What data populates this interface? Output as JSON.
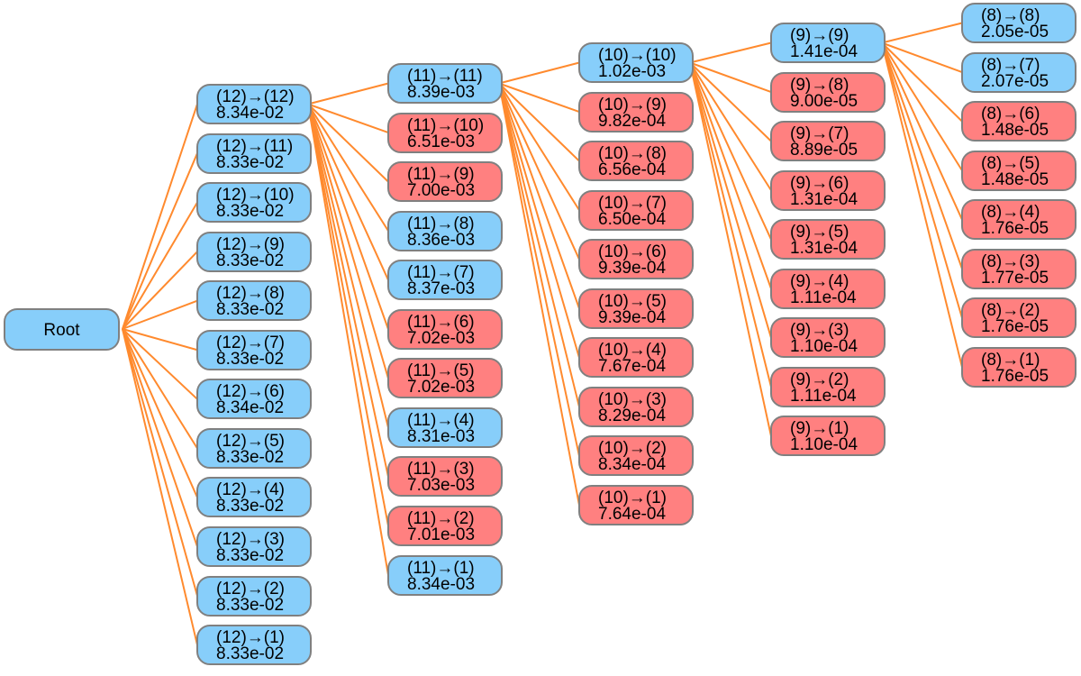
{
  "colors": {
    "edge": "#FF8A2E",
    "border": "#808080",
    "blue": "#87CEFA",
    "red": "#FF8080"
  },
  "root": {
    "label": "Root"
  },
  "columns": [
    {
      "nodes": [
        {
          "label": "(12)→(12)",
          "value": "8.34e-02",
          "color": "blue"
        },
        {
          "label": "(12)→(11)",
          "value": "8.33e-02",
          "color": "blue"
        },
        {
          "label": "(12)→(10)",
          "value": "8.33e-02",
          "color": "blue"
        },
        {
          "label": "(12)→(9)",
          "value": "8.33e-02",
          "color": "blue"
        },
        {
          "label": "(12)→(8)",
          "value": "8.33e-02",
          "color": "blue"
        },
        {
          "label": "(12)→(7)",
          "value": "8.33e-02",
          "color": "blue"
        },
        {
          "label": "(12)→(6)",
          "value": "8.34e-02",
          "color": "blue"
        },
        {
          "label": "(12)→(5)",
          "value": "8.33e-02",
          "color": "blue"
        },
        {
          "label": "(12)→(4)",
          "value": "8.33e-02",
          "color": "blue"
        },
        {
          "label": "(12)→(3)",
          "value": "8.33e-02",
          "color": "blue"
        },
        {
          "label": "(12)→(2)",
          "value": "8.33e-02",
          "color": "blue"
        },
        {
          "label": "(12)→(1)",
          "value": "8.33e-02",
          "color": "blue"
        }
      ]
    },
    {
      "nodes": [
        {
          "label": "(11)→(11)",
          "value": "8.39e-03",
          "color": "blue"
        },
        {
          "label": "(11)→(10)",
          "value": "6.51e-03",
          "color": "red"
        },
        {
          "label": "(11)→(9)",
          "value": "7.00e-03",
          "color": "red"
        },
        {
          "label": "(11)→(8)",
          "value": "8.36e-03",
          "color": "blue"
        },
        {
          "label": "(11)→(7)",
          "value": "8.37e-03",
          "color": "blue"
        },
        {
          "label": "(11)→(6)",
          "value": "7.02e-03",
          "color": "red"
        },
        {
          "label": "(11)→(5)",
          "value": "7.02e-03",
          "color": "red"
        },
        {
          "label": "(11)→(4)",
          "value": "8.31e-03",
          "color": "blue"
        },
        {
          "label": "(11)→(3)",
          "value": "7.03e-03",
          "color": "red"
        },
        {
          "label": "(11)→(2)",
          "value": "7.01e-03",
          "color": "red"
        },
        {
          "label": "(11)→(1)",
          "value": "8.34e-03",
          "color": "blue"
        }
      ]
    },
    {
      "nodes": [
        {
          "label": "(10)→(10)",
          "value": "1.02e-03",
          "color": "blue"
        },
        {
          "label": "(10)→(9)",
          "value": "9.82e-04",
          "color": "red"
        },
        {
          "label": "(10)→(8)",
          "value": "6.56e-04",
          "color": "red"
        },
        {
          "label": "(10)→(7)",
          "value": "6.50e-04",
          "color": "red"
        },
        {
          "label": "(10)→(6)",
          "value": "9.39e-04",
          "color": "red"
        },
        {
          "label": "(10)→(5)",
          "value": "9.39e-04",
          "color": "red"
        },
        {
          "label": "(10)→(4)",
          "value": "7.67e-04",
          "color": "red"
        },
        {
          "label": "(10)→(3)",
          "value": "8.29e-04",
          "color": "red"
        },
        {
          "label": "(10)→(2)",
          "value": "8.34e-04",
          "color": "red"
        },
        {
          "label": "(10)→(1)",
          "value": "7.64e-04",
          "color": "red"
        }
      ]
    },
    {
      "nodes": [
        {
          "label": "(9)→(9)",
          "value": "1.41e-04",
          "color": "blue"
        },
        {
          "label": "(9)→(8)",
          "value": "9.00e-05",
          "color": "red"
        },
        {
          "label": "(9)→(7)",
          "value": "8.89e-05",
          "color": "red"
        },
        {
          "label": "(9)→(6)",
          "value": "1.31e-04",
          "color": "red"
        },
        {
          "label": "(9)→(5)",
          "value": "1.31e-04",
          "color": "red"
        },
        {
          "label": "(9)→(4)",
          "value": "1.11e-04",
          "color": "red"
        },
        {
          "label": "(9)→(3)",
          "value": "1.10e-04",
          "color": "red"
        },
        {
          "label": "(9)→(2)",
          "value": "1.11e-04",
          "color": "red"
        },
        {
          "label": "(9)→(1)",
          "value": "1.10e-04",
          "color": "red"
        }
      ]
    },
    {
      "nodes": [
        {
          "label": "(8)→(8)",
          "value": "2.05e-05",
          "color": "blue"
        },
        {
          "label": "(8)→(7)",
          "value": "2.07e-05",
          "color": "blue"
        },
        {
          "label": "(8)→(6)",
          "value": "1.48e-05",
          "color": "red"
        },
        {
          "label": "(8)→(5)",
          "value": "1.48e-05",
          "color": "red"
        },
        {
          "label": "(8)→(4)",
          "value": "1.76e-05",
          "color": "red"
        },
        {
          "label": "(8)→(3)",
          "value": "1.77e-05",
          "color": "red"
        },
        {
          "label": "(8)→(2)",
          "value": "1.76e-05",
          "color": "red"
        },
        {
          "label": "(8)→(1)",
          "value": "1.76e-05",
          "color": "red"
        }
      ]
    }
  ]
}
